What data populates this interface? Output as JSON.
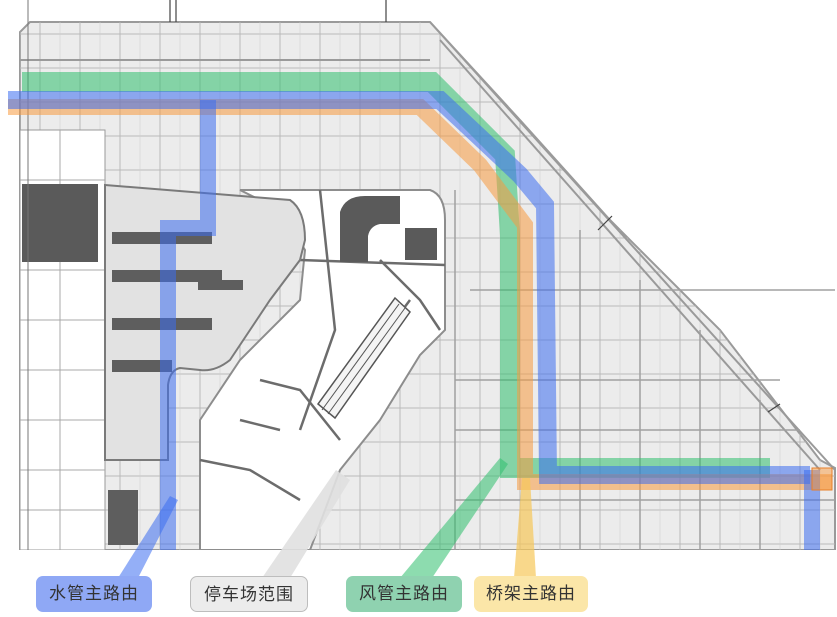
{
  "legend": {
    "water": {
      "label": "水管主路由",
      "color": "#8fa8f5"
    },
    "parking": {
      "label": "停车场范围",
      "color": "#e8e8e8"
    },
    "air": {
      "label": "风管主路由",
      "color": "#8fd2b0"
    },
    "tray": {
      "label": "桥架主路由",
      "color": "#fbe6a8"
    }
  },
  "routes": {
    "water_color": "#3d6ef0",
    "air_color": "#2fbf6e",
    "tray_color": "#f79a40"
  },
  "plan": {
    "background": "#ececec",
    "line_color": "#8d8d8d",
    "dark_fill": "#5a5a5a"
  }
}
